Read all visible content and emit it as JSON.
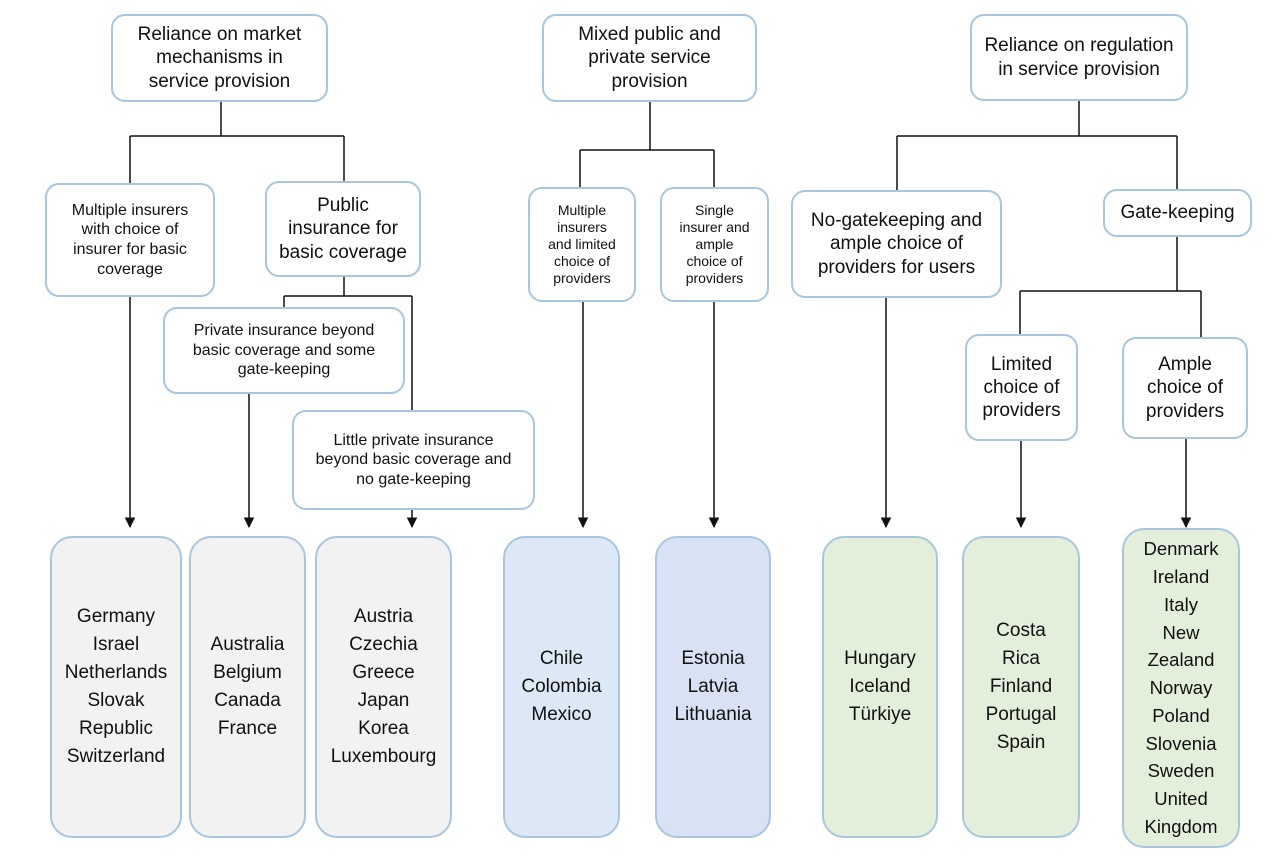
{
  "colors": {
    "box_border": "#a9c6de",
    "connector": "#111111",
    "leaf_grey": "#f2f2f2",
    "leaf_blue": "#dde8f6",
    "leaf_blue_alt": "#d8e2f4",
    "leaf_green": "#e3efdb"
  },
  "nodes": {
    "market_root": "Reliance on market\nmechanisms in\nservice provision",
    "mixed_root": "Mixed public and\nprivate service\nprovision",
    "regulation_root": "Reliance on regulation\nin service provision",
    "multiple_insurers_choice": "Multiple insurers\nwith choice of\ninsurer for basic\ncoverage",
    "public_insurance": "Public\ninsurance for\nbasic coverage",
    "private_beyond_gatekeeping": "Private insurance beyond\nbasic coverage and some\ngate-keeping",
    "little_private_no_gatekeeping": "Little private insurance\nbeyond basic coverage and\nno gate-keeping",
    "multiple_insurers_limited": "Multiple\ninsurers\nand limited\nchoice of\nproviders",
    "single_insurer_ample": "Single\ninsurer and\nample\nchoice of\nproviders",
    "no_gatekeeping_ample": "No-gatekeeping and\nample choice of\nproviders for users",
    "gatekeeping": "Gate-keeping",
    "limited_choice": "Limited\nchoice of\nproviders",
    "ample_choice": "Ample\nchoice of\nproviders"
  },
  "leaves": {
    "g1": "Germany\nIsrael\nNetherlands\nSlovak\nRepublic\nSwitzerland",
    "g2": "Australia\nBelgium\nCanada\nFrance",
    "g3": "Austria\nCzechia\nGreece\nJapan\nKorea\nLuxembourg",
    "g4": "Chile\nColombia\nMexico",
    "g5": "Estonia\nLatvia\nLithuania",
    "g6": "Hungary\nIceland\nTürkiye",
    "g7": "Costa\nRica\nFinland\nPortugal\nSpain",
    "g8": "Denmark\nIreland\nItaly\nNew\nZealand\nNorway\nPoland\nSlovenia\nSweden\nUnited\nKingdom"
  }
}
